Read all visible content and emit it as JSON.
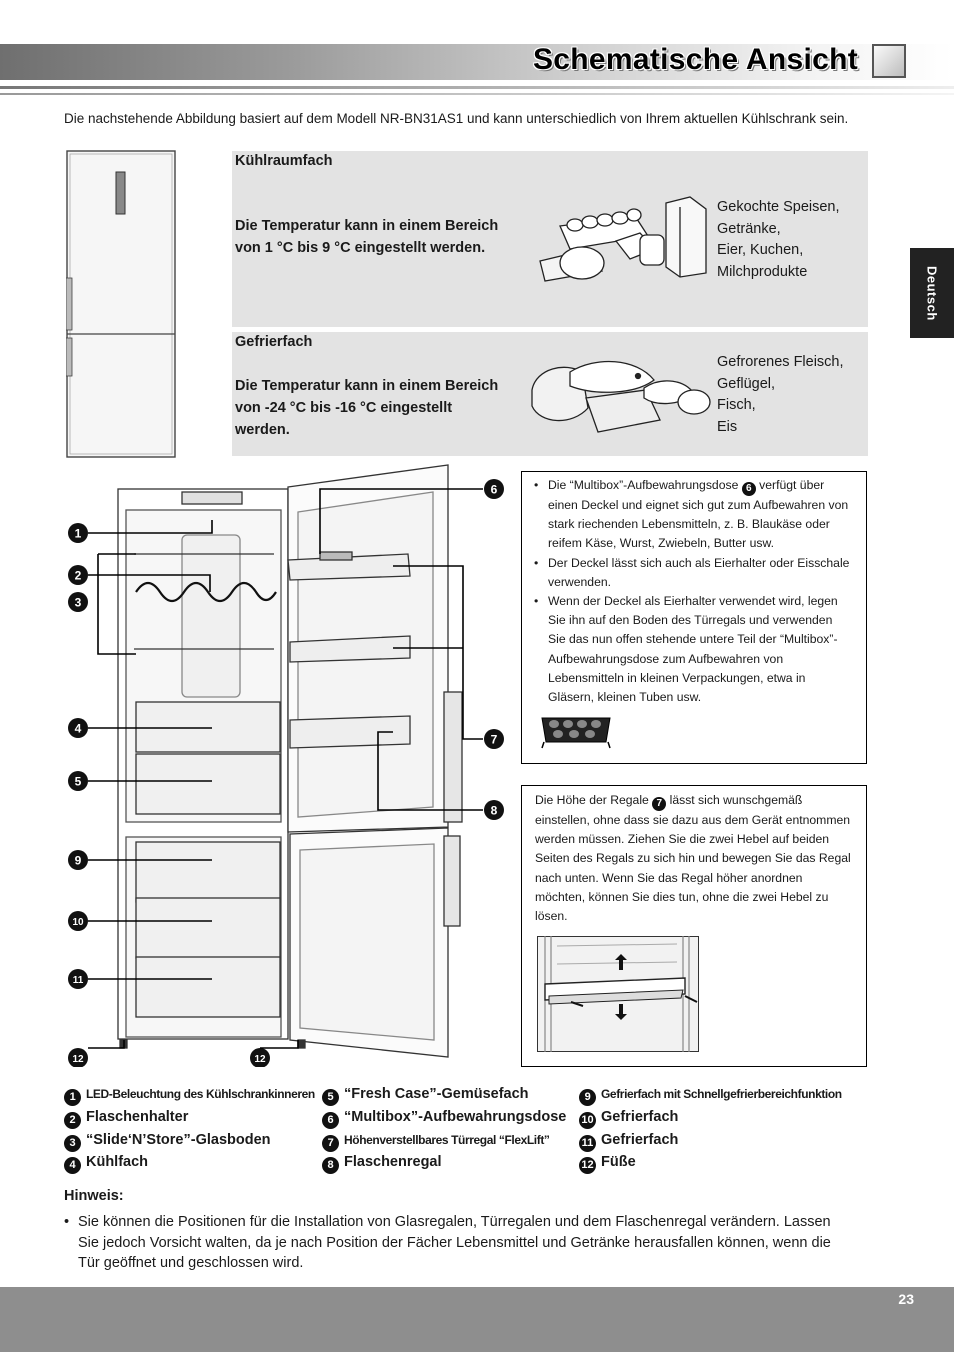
{
  "header": {
    "title": "Schematische Ansicht",
    "language_tab": "Deutsch"
  },
  "intro": "Die nachstehende Abbildung basiert auf dem Modell NR-BN31AS1 und kann unterschiedlich von Ihrem aktuellen Kühlschrank sein.",
  "panels": {
    "cool": {
      "title": "Kühlraumfach",
      "temp_line1": "Die Temperatur kann in einem Bereich",
      "temp_line2": "von 1 °C bis 9 °C eingestellt werden.",
      "foods": [
        "Gekochte Speisen,",
        "Getränke,",
        "Eier, Kuchen,",
        "Milchprodukte"
      ]
    },
    "freeze": {
      "title": "Gefrierfach",
      "temp_line1": "Die Temperatur kann in einem Bereich",
      "temp_line2": "von -24 °C bis -16 °C eingestellt",
      "temp_line3": "werden.",
      "foods": [
        "Gefrorenes Fleisch,",
        "Geflügel,",
        "Fisch,",
        "Eis"
      ]
    }
  },
  "diagram": {
    "callouts": [
      "1",
      "2",
      "3",
      "4",
      "5",
      "9",
      "10",
      "11",
      "12",
      "12",
      "6",
      "7",
      "8"
    ]
  },
  "multibox_box": {
    "b1_pre": "Die “Multibox”-Aufbewahrungsdose",
    "b1_num": "6",
    "b1_post": "verfügt über einen Deckel und eignet sich gut zum Aufbewahren von stark riechenden Lebensmitteln, z. B. Blaukäse oder reifem Käse, Wurst, Zwiebeln, Butter usw.",
    "b2": "Der Deckel lässt sich auch als Eierhalter oder Eisschale verwenden.",
    "b3": "Wenn der Deckel als Eierhalter verwendet wird, legen Sie ihn auf den Boden des Türregals und verwenden Sie das nun offen stehende untere Teil der “Multibox”-Aufbewahrungsdose zum Aufbewahren von Lebensmitteln in kleinen Verpackungen, etwa in Gläsern, kleinen Tuben usw."
  },
  "flex_box": {
    "pre": "Die Höhe der Regale",
    "num": "7",
    "post": "lässt sich wunschgemäß einstellen, ohne dass sie dazu aus dem Gerät entnommen werden müssen. Ziehen Sie die zwei Hebel auf beiden Seiten des Regals zu sich hin und bewegen Sie das Regal nach unten. Wenn Sie das Regal höher anordnen möchten, können Sie dies tun, ohne die zwei Hebel zu lösen."
  },
  "legend": [
    {
      "num": "1",
      "label": "LED-Beleuchtung des Kühlschrankinneren"
    },
    {
      "num": "2",
      "label": "Flaschenhalter"
    },
    {
      "num": "3",
      "label": "“Slide‘N’Store”-Glasboden"
    },
    {
      "num": "4",
      "label": "Kühlfach"
    },
    {
      "num": "5",
      "label": "“Fresh Case”-Gemüsefach"
    },
    {
      "num": "6",
      "label": "“Multibox”-Aufbewahrungsdose"
    },
    {
      "num": "7",
      "label": "Höhenverstellbares Türregal “FlexLift”"
    },
    {
      "num": "8",
      "label": "Flaschenregal"
    },
    {
      "num": "9",
      "label": "Gefrierfach mit Schnellgefrierbereichfunktion"
    },
    {
      "num": "10",
      "label": "Gefrierfach"
    },
    {
      "num": "11",
      "label": "Gefrierfach"
    },
    {
      "num": "12",
      "label": "Füße"
    }
  ],
  "hinweis": {
    "title": "Hinweis:",
    "text": "Sie können die Positionen für die Installation von Glasregalen, Türregalen und dem Flaschenregal verändern. Lassen Sie jedoch Vorsicht walten, da je nach Position der Fächer Lebensmittel und Getränke herausfallen können, wenn die Tür geöffnet und geschlossen wird."
  },
  "footer": {
    "page_number": "23"
  }
}
